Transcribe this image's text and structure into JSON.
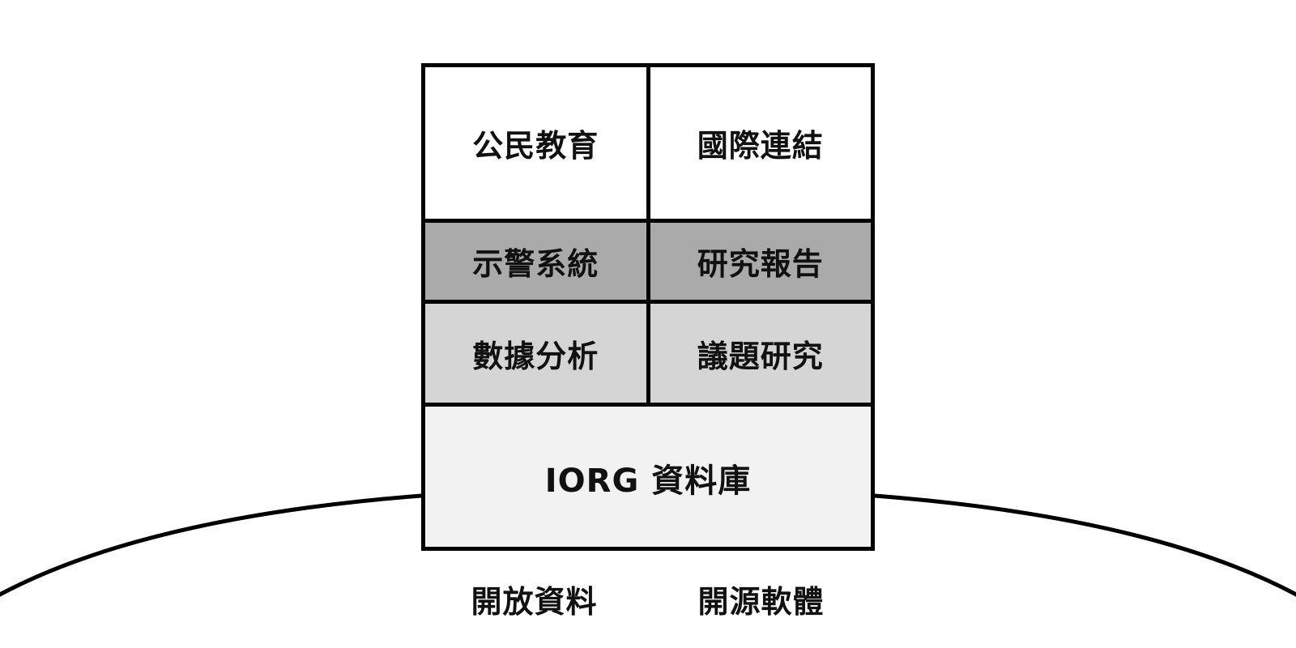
{
  "colors": {
    "row_1": "#ffffff",
    "row_2": "#aaaaaa",
    "row_3": "#d5d5d5",
    "row_4": "#f2f2f2",
    "border": "#000000"
  },
  "stack": {
    "row_1": {
      "left": "公民教育",
      "right": "國際連結"
    },
    "row_2": {
      "left": "示警系統",
      "right": "研究報告"
    },
    "row_3": {
      "left": "數據分析",
      "right": "議題研究"
    },
    "row_4": {
      "center": "IORG 資料庫"
    }
  },
  "foundation": {
    "left": "開放資料",
    "right": "開源軟體"
  }
}
